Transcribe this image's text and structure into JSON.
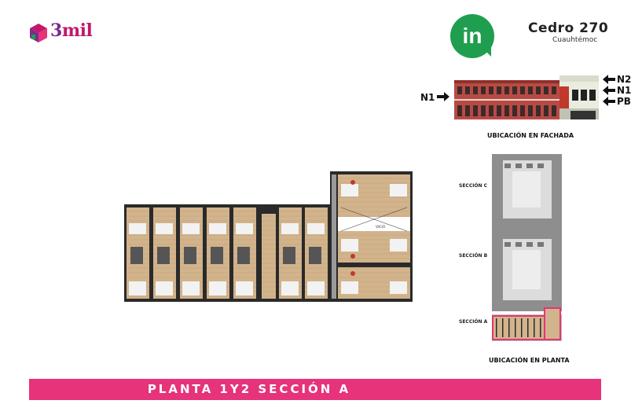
{
  "brand": {
    "logo_text_a": "3",
    "logo_text_b": "mil"
  },
  "project": {
    "logo_text": "in",
    "title": "Cedro 270",
    "subtitle": "Cuauhtémoc"
  },
  "facade": {
    "caption": "UBICACIÓN EN FACHADA",
    "levels": [
      "N2",
      "N1",
      "PB"
    ],
    "current_level": "N1"
  },
  "site_plan": {
    "caption": "UBICACIÓN EN PLANTA",
    "sections": [
      "SECCIÓN C",
      "SECCIÓN B",
      "SECCIÓN A"
    ],
    "highlighted_section": "SECCIÓN A"
  },
  "floor_plan": {
    "hall_label": "VACIO"
  },
  "footer": {
    "title": "PLANTA 1Y2 SECCIÓN A"
  },
  "colors": {
    "accent": "#e6337a",
    "brand_purple": "#7a2b8e",
    "logo_green": "#1f9e4f",
    "facade_red": "#b84a44"
  }
}
